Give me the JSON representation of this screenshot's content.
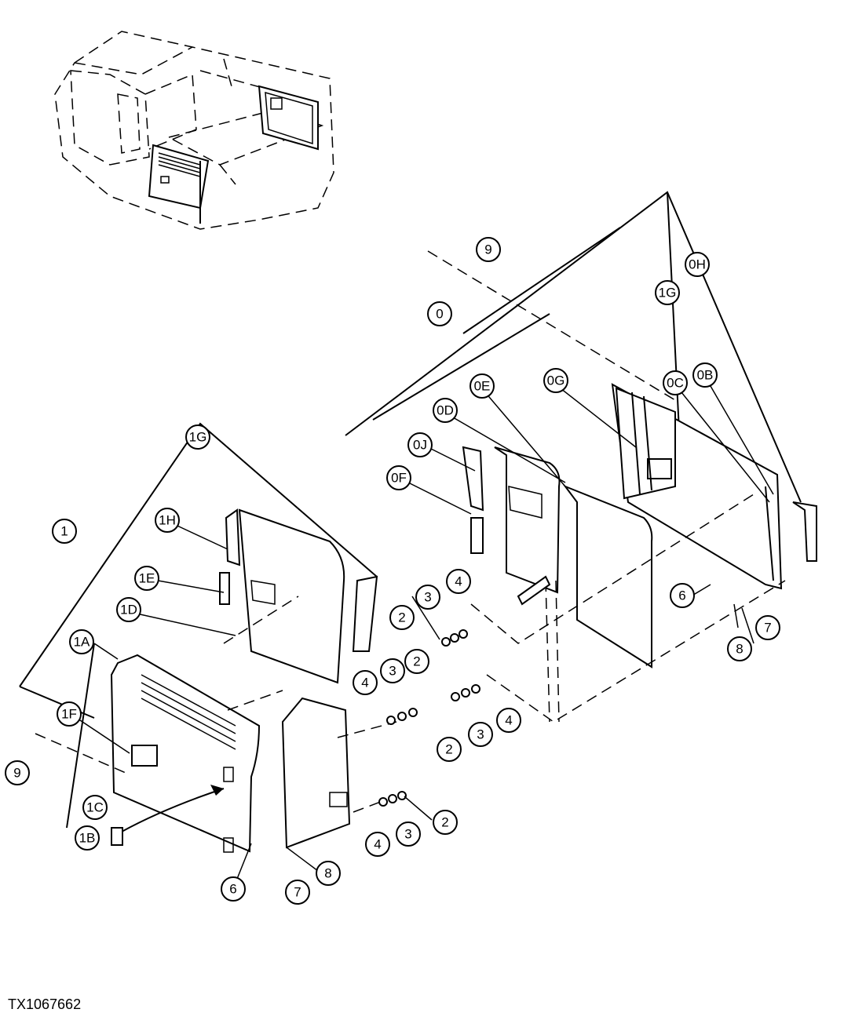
{
  "figure_id": "TX1067662",
  "callouts": [
    {
      "label": "9"
    },
    {
      "label": "0H"
    },
    {
      "label": "1G"
    },
    {
      "label": "0"
    },
    {
      "label": "0E"
    },
    {
      "label": "0G"
    },
    {
      "label": "0C"
    },
    {
      "label": "0B"
    },
    {
      "label": "0D"
    },
    {
      "label": "0J"
    },
    {
      "label": "0F"
    },
    {
      "label": "1G"
    },
    {
      "label": "1"
    },
    {
      "label": "1H"
    },
    {
      "label": "1E"
    },
    {
      "label": "1D"
    },
    {
      "label": "1A"
    },
    {
      "label": "1F"
    },
    {
      "label": "9"
    },
    {
      "label": "1C"
    },
    {
      "label": "1B"
    },
    {
      "label": "4"
    },
    {
      "label": "3"
    },
    {
      "label": "2"
    },
    {
      "label": "6"
    },
    {
      "label": "7"
    },
    {
      "label": "8"
    },
    {
      "label": "4"
    },
    {
      "label": "3"
    },
    {
      "label": "2"
    },
    {
      "label": "2"
    },
    {
      "label": "3"
    },
    {
      "label": "4"
    },
    {
      "label": "2"
    },
    {
      "label": "3"
    },
    {
      "label": "4"
    },
    {
      "label": "6"
    },
    {
      "label": "7"
    },
    {
      "label": "8"
    }
  ]
}
